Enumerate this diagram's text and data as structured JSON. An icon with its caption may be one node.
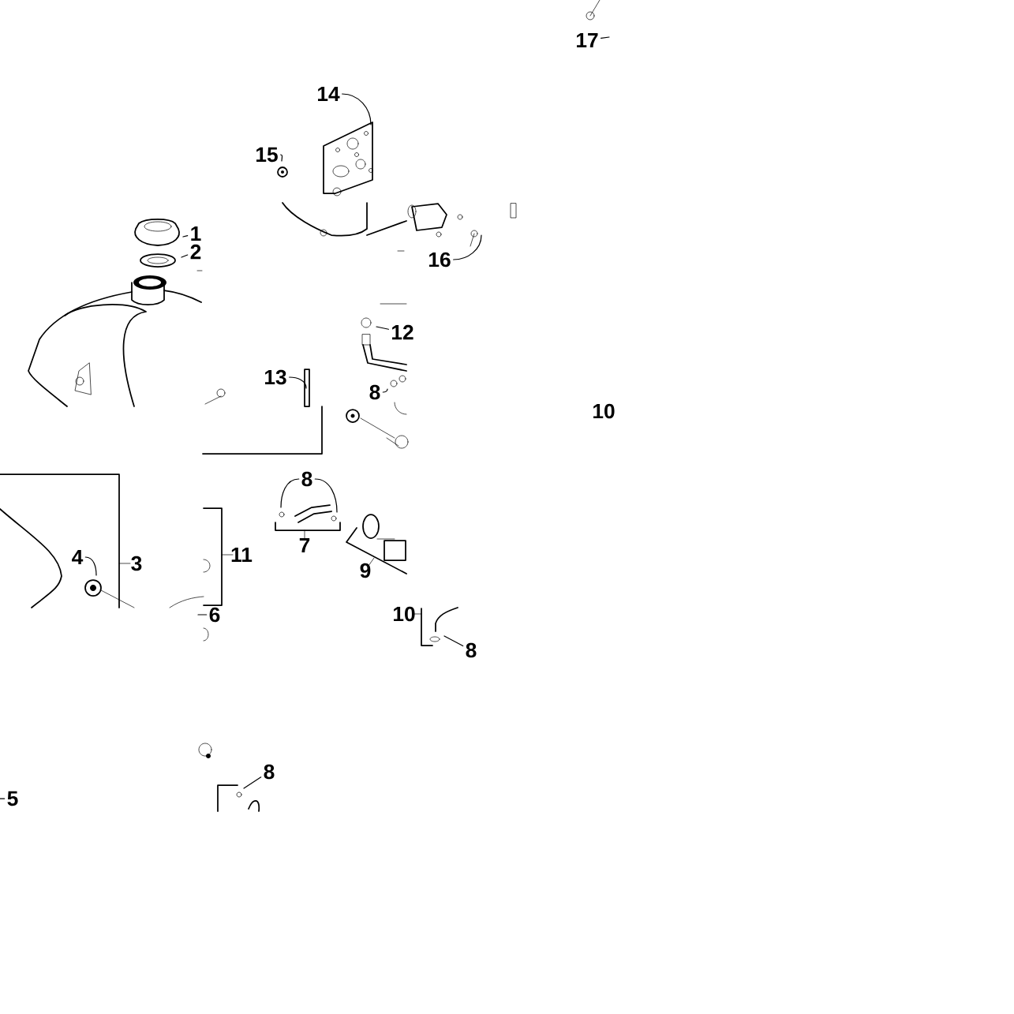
{
  "diagram": {
    "nodes": [
      {
        "text": [
          "17"
        ]
      },
      {
        "text": [
          "14"
        ]
      },
      {
        "text": [
          "15"
        ]
      },
      {
        "text": [
          "1"
        ]
      },
      {
        "text": [
          "2"
        ]
      },
      {
        "text": [
          "16"
        ]
      },
      {
        "text": [
          "12"
        ]
      },
      {
        "text": [
          "13"
        ]
      },
      {
        "text": [
          "8"
        ]
      },
      {
        "text": [
          "8"
        ]
      },
      {
        "text": [
          "4"
        ]
      },
      {
        "text": [
          "6"
        ]
      },
      {
        "text": [
          "8"
        ]
      },
      {
        "text": [
          "8"
        ]
      },
      {
        "text": [
          "5"
        ]
      }
    ],
    "edges": [
      {
        "from": 0,
        "to": null,
        "arrow": "none"
      },
      {
        "from": 1,
        "to": null,
        "arrow": "none"
      },
      {
        "from": 2,
        "to": null,
        "arrow": "none"
      },
      {
        "from": 3,
        "to": null,
        "arrow": "none"
      },
      {
        "from": 4,
        "to": null,
        "arrow": "none"
      },
      {
        "from": 5,
        "to": null,
        "arrow": "none"
      },
      {
        "from": 6,
        "to": null,
        "arrow": "none"
      },
      {
        "from": 7,
        "to": null,
        "arrow": "none"
      },
      {
        "from": 8,
        "to": null,
        "arrow": "none"
      },
      {
        "from": 9,
        "to": null,
        "arrow": "none"
      },
      {
        "from": 9,
        "to": null,
        "arrow": "none"
      },
      {
        "from": 10,
        "to": null,
        "arrow": "none"
      },
      {
        "from": 11,
        "to": null,
        "arrow": "none"
      },
      {
        "from": 12,
        "to": null,
        "arrow": "none"
      },
      {
        "from": 13,
        "to": null,
        "arrow": "none"
      },
      {
        "from": 14,
        "to": null,
        "arrow": "none"
      }
    ],
    "labels": [
      "3",
      "11",
      "7",
      "9",
      "10",
      "10"
    ]
  }
}
